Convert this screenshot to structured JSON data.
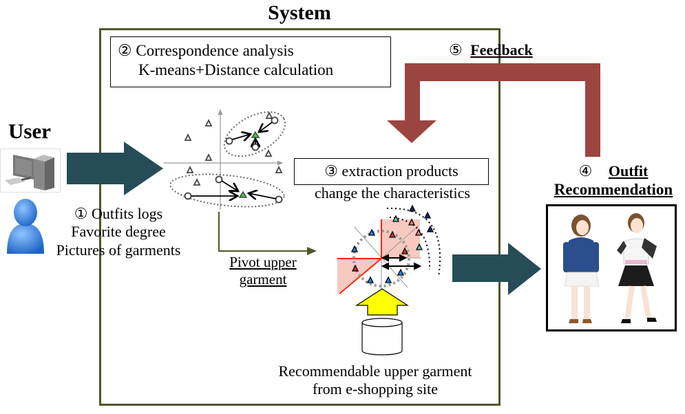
{
  "system": {
    "title": "System"
  },
  "user": {
    "title": "User",
    "inputs": {
      "line1": "① Outfits logs",
      "line2": "Favorite degree",
      "line3": "Pictures of garments"
    }
  },
  "step2": {
    "line1": "② Correspondence analysis",
    "line2": "K-means+Distance calculation"
  },
  "step3": {
    "boxed": "③ extraction products",
    "line2": "change the characteristics"
  },
  "pivot": {
    "line1": "Pivot upper",
    "line2": "garment"
  },
  "source": {
    "line1": "Recommendable upper garment",
    "line2": "from e-shopping site"
  },
  "step4": {
    "number": "④",
    "line1": "Outfit",
    "line2": "Recommendation"
  },
  "step5": {
    "number": "⑤",
    "label": "Feedback"
  },
  "colors": {
    "frame": "#4f5728",
    "main_arrow": "#264c57",
    "feedback_arrow": "#9c4540",
    "source_arrow": "#ffff00",
    "highlight": "#f8c9c0",
    "pivot_axis": "#ff2200"
  }
}
